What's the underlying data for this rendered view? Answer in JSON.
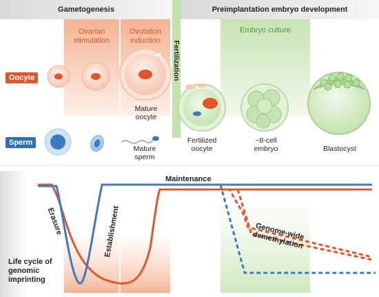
{
  "headers": {
    "gametogenesis": "Gametogenesis",
    "fertilization": "Fertilization",
    "preimplantation": "Preimplantation embryo development"
  },
  "stages": {
    "ovarian_stimulation": "Ovarian stimulation",
    "ovulation_induction": "Ovulation induction",
    "embryo_culture": "Embryo culture"
  },
  "cell_labels": {
    "oocyte": "Oocyte",
    "sperm": "Sperm"
  },
  "captions": {
    "mature_oocyte": "Mature oocyte",
    "mature_sperm": "Mature sperm",
    "fertilized_oocyte": "Fertilized oocyte",
    "eight_cell_embryo": "~8-cell embryo",
    "blastocyst": "Blastocyst"
  },
  "curve_labels": {
    "maintenance": "Maintenance",
    "erasure": "Erasure",
    "establishment": "Establishment",
    "genome_wide_demethylation": "Genome-wide demethylation"
  },
  "axis_label": "Life cycle of genomic imprinting",
  "colors": {
    "orange": "#e0552b",
    "blue": "#3f78c0",
    "peach": "#f6c8ad",
    "green_band": "#d5ebc7",
    "green_dark": "#4d9b2c",
    "header_gray": "#e4e4e4"
  }
}
